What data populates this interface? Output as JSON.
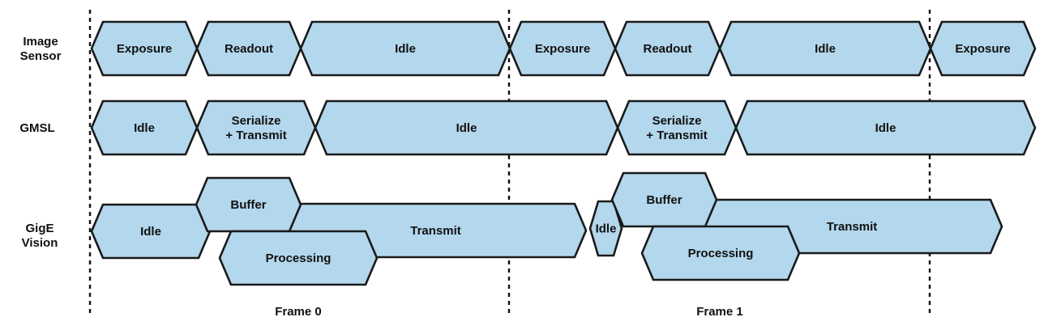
{
  "rows": [
    {
      "id": "image-sensor",
      "lines": [
        "Image",
        "Sensor"
      ]
    },
    {
      "id": "gmsl",
      "lines": [
        "GMSL"
      ]
    },
    {
      "id": "gige-vision",
      "lines": [
        "GigE",
        "Vision"
      ]
    }
  ],
  "segments": [
    {
      "id": "sensor-exposure-0",
      "lines": [
        "Exposure"
      ]
    },
    {
      "id": "sensor-readout-0",
      "lines": [
        "Readout"
      ]
    },
    {
      "id": "sensor-idle-0",
      "lines": [
        "Idle"
      ]
    },
    {
      "id": "sensor-exposure-1",
      "lines": [
        "Exposure"
      ]
    },
    {
      "id": "sensor-readout-1",
      "lines": [
        "Readout"
      ]
    },
    {
      "id": "sensor-idle-1",
      "lines": [
        "Idle"
      ]
    },
    {
      "id": "sensor-exposure-2",
      "lines": [
        "Exposure"
      ]
    },
    {
      "id": "gmsl-idle-0",
      "lines": [
        "Idle"
      ]
    },
    {
      "id": "gmsl-serialize-0",
      "lines": [
        "Serialize",
        "+ Transmit"
      ]
    },
    {
      "id": "gmsl-idle-1",
      "lines": [
        "Idle"
      ]
    },
    {
      "id": "gmsl-serialize-1",
      "lines": [
        "Serialize",
        "+ Transmit"
      ]
    },
    {
      "id": "gmsl-idle-2",
      "lines": [
        "Idle"
      ]
    },
    {
      "id": "gige-idle-0",
      "lines": [
        "Idle"
      ]
    },
    {
      "id": "gige-transmit-0",
      "lines": [
        "Transmit"
      ]
    },
    {
      "id": "gige-buffer-0",
      "lines": [
        "Buffer"
      ]
    },
    {
      "id": "gige-processing-0",
      "lines": [
        "Processing"
      ]
    },
    {
      "id": "gige-idle-1",
      "lines": [
        "Idle"
      ]
    },
    {
      "id": "gige-transmit-1",
      "lines": [
        "Transmit"
      ]
    },
    {
      "id": "gige-buffer-1",
      "lines": [
        "Buffer"
      ]
    },
    {
      "id": "gige-processing-1",
      "lines": [
        "Processing"
      ]
    }
  ],
  "frames": [
    {
      "id": "frame-0",
      "label": "Frame 0"
    },
    {
      "id": "frame-1",
      "label": "Frame 1"
    }
  ],
  "colors": {
    "segment_fill": "#b3d7ec",
    "segment_stroke": "#1a1a1a",
    "text": "#111111"
  }
}
